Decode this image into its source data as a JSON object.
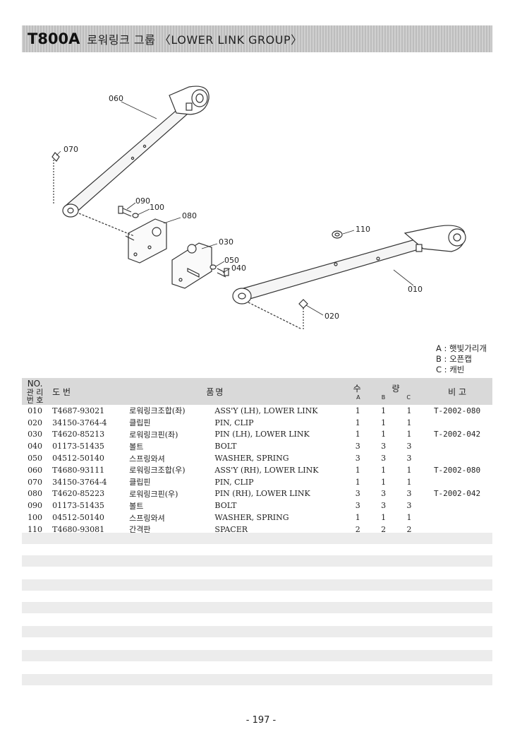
{
  "header": {
    "model": "T800A",
    "title": "로워링크 그룹 〈LOWER LINK GROUP〉"
  },
  "callouts": {
    "c060": "060",
    "c070": "070",
    "c090": "090",
    "c100": "100",
    "c080": "080",
    "c030": "030",
    "c050": "050",
    "c040": "040",
    "c110": "110",
    "c010": "010",
    "c020": "020"
  },
  "legend": {
    "a": "A : 햇빛가리개",
    "b": "B : 오픈캡",
    "c": "C : 캐빈"
  },
  "table": {
    "headers": {
      "no": "NO.",
      "mgmt1": "관 리",
      "mgmt2": "번 호",
      "part": "도  번",
      "name1": "품",
      "name2": "명",
      "qty": "수  량",
      "qa": "A",
      "qb": "B",
      "qc": "C",
      "remarks": "비 고"
    },
    "rows": [
      {
        "no": "010",
        "part": "T4687-93021",
        "kor": "로워링크조합(좌)",
        "desc": "ASS'Y (LH), LOWER LINK",
        "a": "1",
        "b": "1",
        "c": "1",
        "rem": "T-2002-080"
      },
      {
        "no": "020",
        "part": "34150-3764-4",
        "kor": "클립핀",
        "desc": "PIN, CLIP",
        "a": "1",
        "b": "1",
        "c": "1",
        "rem": ""
      },
      {
        "no": "030",
        "part": "T4620-85213",
        "kor": "로워링크핀(좌)",
        "desc": "PIN (LH), LOWER LINK",
        "a": "1",
        "b": "1",
        "c": "1",
        "rem": "T-2002-042"
      },
      {
        "no": "040",
        "part": "01173-51435",
        "kor": "볼트",
        "desc": "BOLT",
        "a": "3",
        "b": "3",
        "c": "3",
        "rem": ""
      },
      {
        "no": "050",
        "part": "04512-50140",
        "kor": "스프링와셔",
        "desc": "WASHER, SPRING",
        "a": "3",
        "b": "3",
        "c": "3",
        "rem": ""
      },
      {
        "no": "060",
        "part": "T4680-93111",
        "kor": "로워링크조합(우)",
        "desc": "ASS'Y (RH), LOWER LINK",
        "a": "1",
        "b": "1",
        "c": "1",
        "rem": "T-2002-080"
      },
      {
        "no": "070",
        "part": "34150-3764-4",
        "kor": "클립핀",
        "desc": "PIN, CLIP",
        "a": "1",
        "b": "1",
        "c": "1",
        "rem": ""
      },
      {
        "no": "080",
        "part": "T4620-85223",
        "kor": "로워링크핀(우)",
        "desc": "PIN (RH), LOWER LINK",
        "a": "3",
        "b": "3",
        "c": "3",
        "rem": "T-2002-042"
      },
      {
        "no": "090",
        "part": "01173-51435",
        "kor": "볼트",
        "desc": "BOLT",
        "a": "3",
        "b": "3",
        "c": "3",
        "rem": ""
      },
      {
        "no": "100",
        "part": "04512-50140",
        "kor": "스프링와셔",
        "desc": "WASHER, SPRING",
        "a": "1",
        "b": "1",
        "c": "1",
        "rem": ""
      },
      {
        "no": "110",
        "part": "T4680-93081",
        "kor": "간격판",
        "desc": "SPACER",
        "a": "2",
        "b": "2",
        "c": "2",
        "rem": ""
      }
    ]
  },
  "page_number": "- 197 -"
}
